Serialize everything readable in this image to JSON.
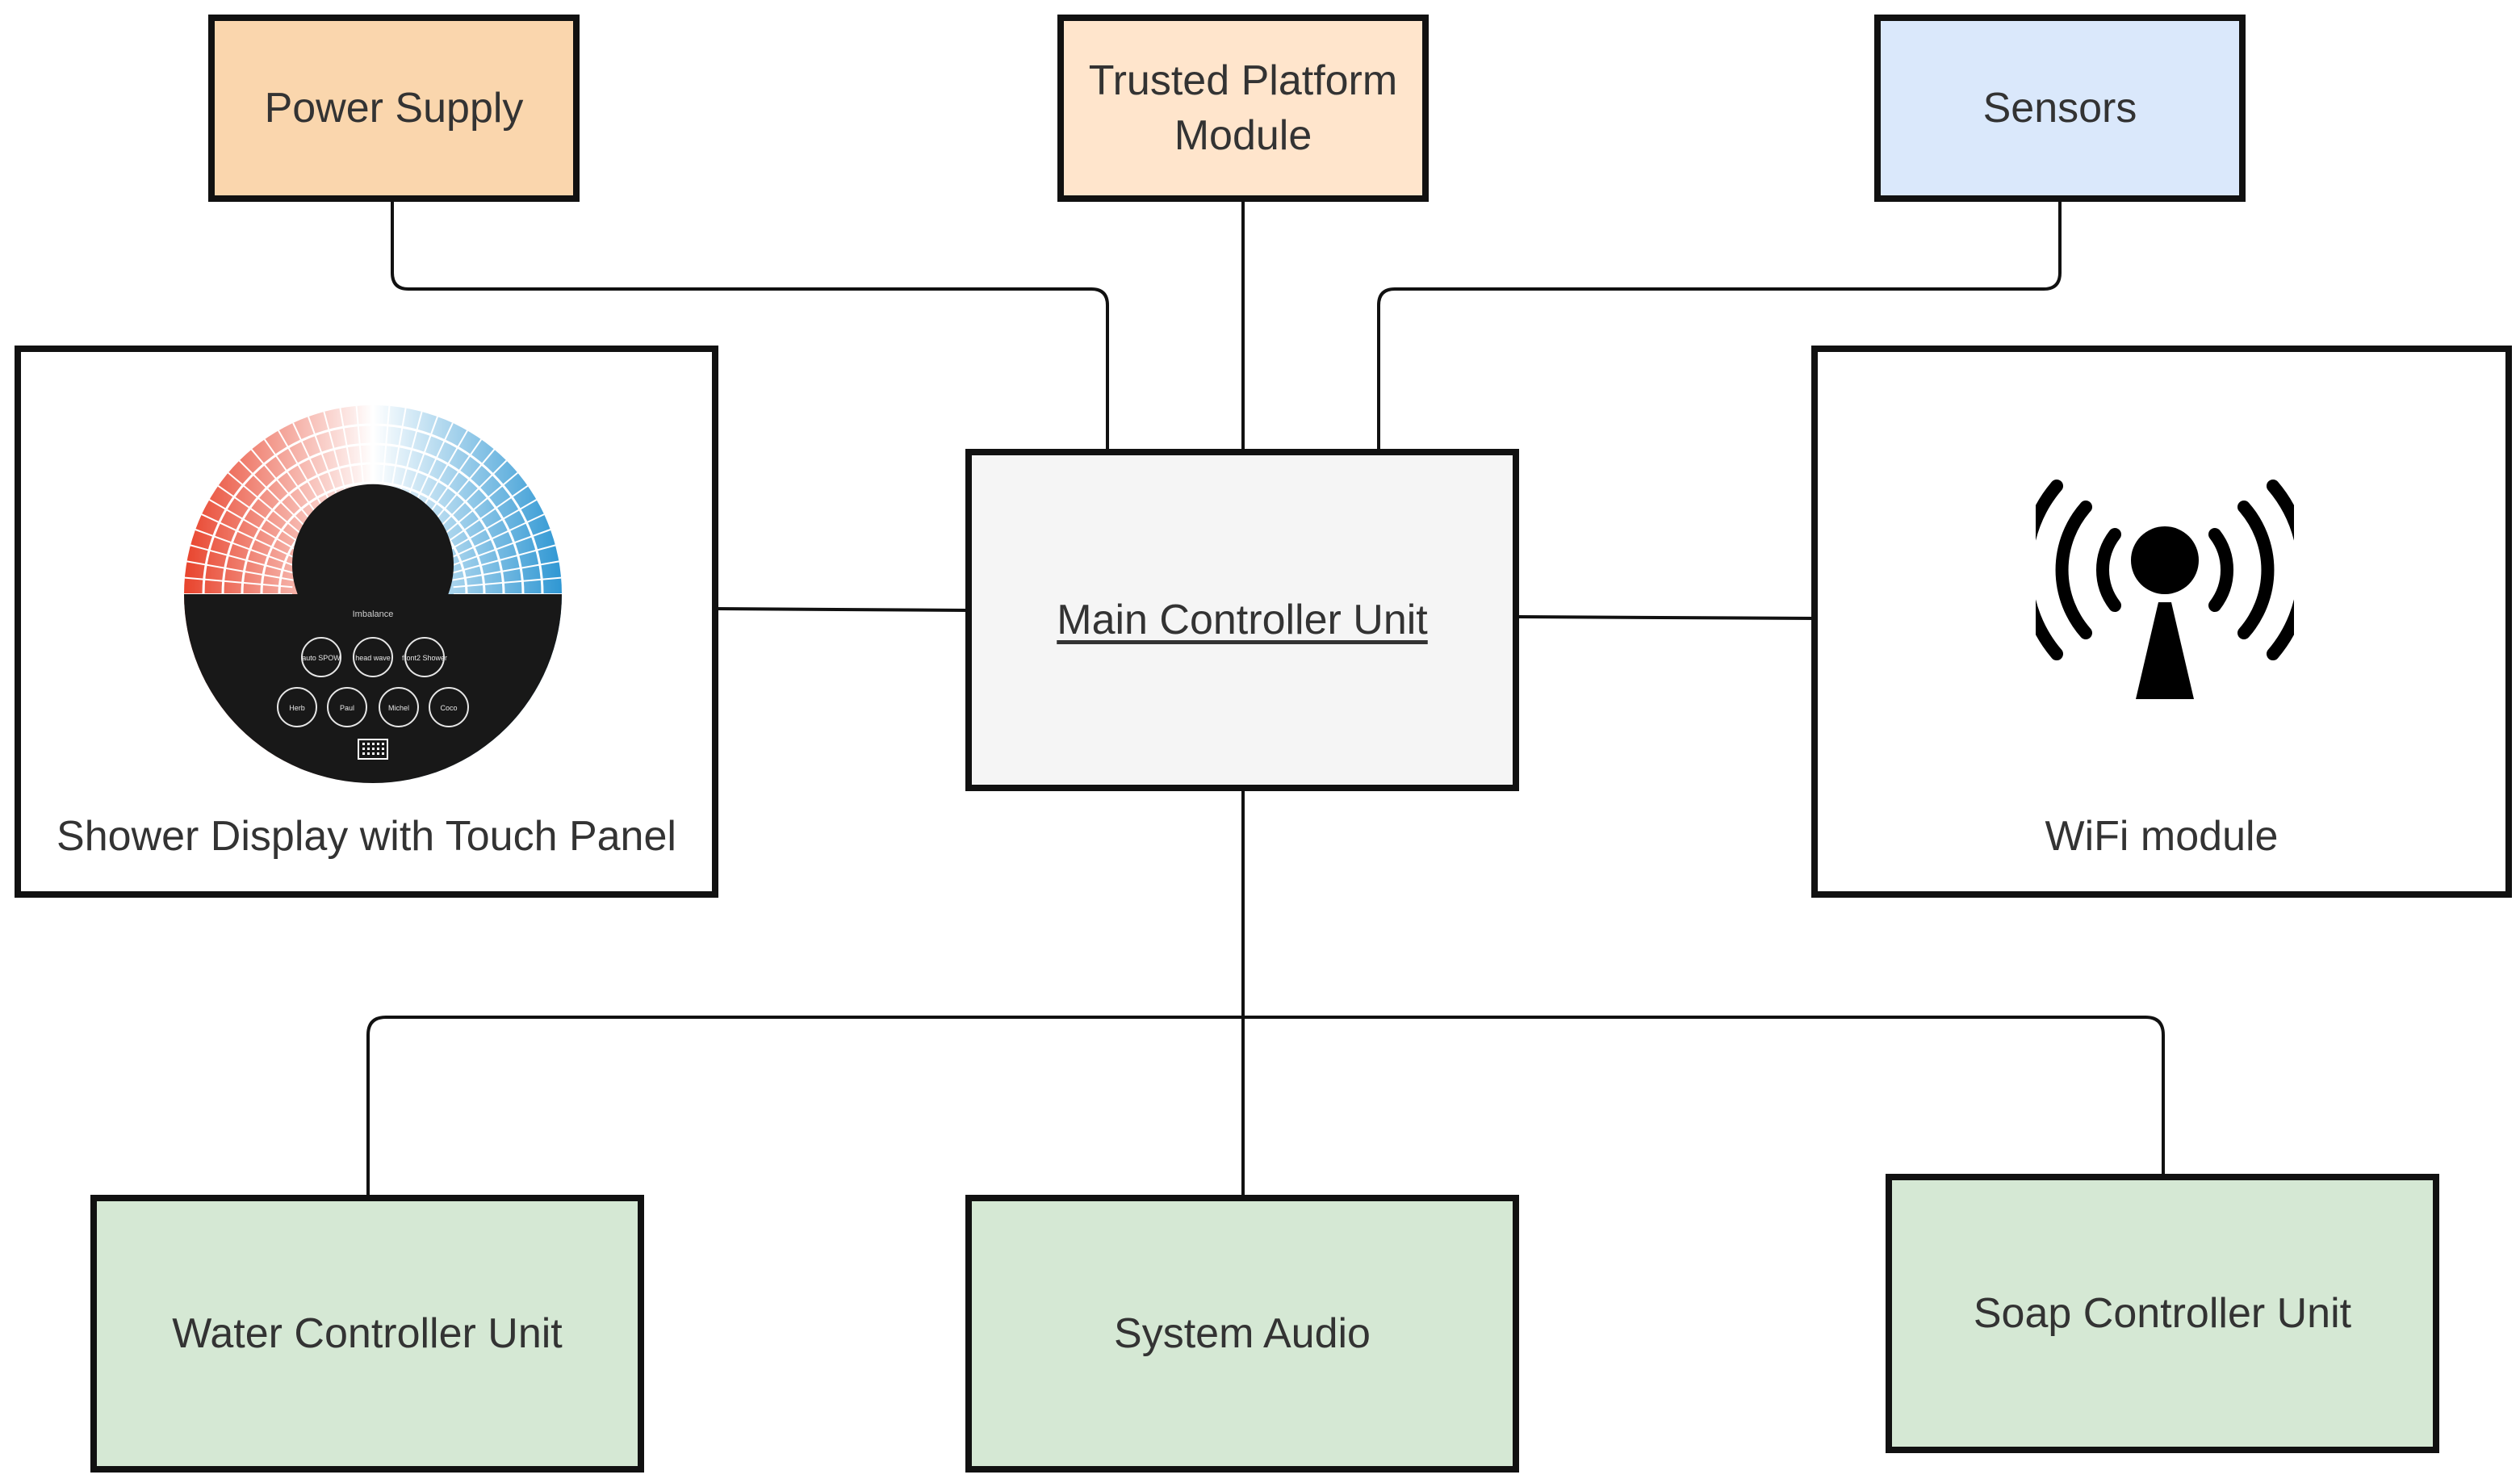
{
  "diagram": {
    "nodes": {
      "power_supply": {
        "label": "Power Supply",
        "fill": "#fad6ad"
      },
      "tpm": {
        "label": "Trusted Platform Module",
        "fill": "#ffe5cc"
      },
      "sensors": {
        "label": "Sensors",
        "fill": "#dae8fb"
      },
      "main_controller": {
        "label": "Main Controller Unit",
        "fill": "#f5f5f5"
      },
      "shower_display": {
        "label": "Shower Display with Touch Panel",
        "fill": "#ffffff"
      },
      "wifi_module": {
        "label": "WiFi module",
        "fill": "#ffffff"
      },
      "water_controller": {
        "label": "Water Controller Unit",
        "fill": "#d5e8d4"
      },
      "system_audio": {
        "label": "System Audio",
        "fill": "#d5e8d4"
      },
      "soap_controller": {
        "label": "Soap Controller Unit",
        "fill": "#d5e8d4"
      }
    },
    "edges": [
      {
        "from": "power_supply",
        "to": "main_controller"
      },
      {
        "from": "tpm",
        "to": "main_controller"
      },
      {
        "from": "sensors",
        "to": "main_controller"
      },
      {
        "from": "shower_display",
        "to": "main_controller"
      },
      {
        "from": "main_controller",
        "to": "wifi_module"
      },
      {
        "from": "main_controller",
        "to": "water_controller"
      },
      {
        "from": "main_controller",
        "to": "system_audio"
      },
      {
        "from": "main_controller",
        "to": "soap_controller"
      }
    ],
    "display_panel": {
      "brand": "Imbalance",
      "buttons": [
        "auto SPOW",
        "head wave",
        "front2 Shower",
        "Herb",
        "Paul",
        "Michel",
        "Coco"
      ],
      "colors": {
        "hot": "#e8432c",
        "cold": "#2f97d3",
        "face": "#181818"
      }
    },
    "icons": {
      "display": "touch-panel-dial-icon",
      "wifi": "wireless-antenna-icon"
    }
  }
}
